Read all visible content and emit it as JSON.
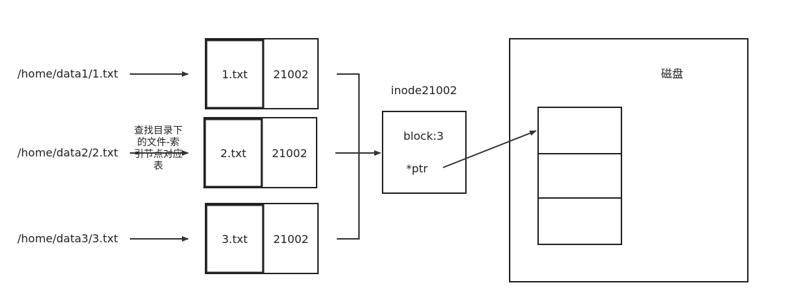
{
  "paths": {
    "p1": "/home/data1/1.txt",
    "p2": "/home/data2/2.txt",
    "p3": "/home/data3/3.txt"
  },
  "lookup_note": {
    "line1": "查找目录下",
    "line2": "的文件-索",
    "line3": "引节点对应",
    "line4": "表"
  },
  "dir_entries": [
    {
      "name": "1.txt",
      "inode": "21002"
    },
    {
      "name": "2.txt",
      "inode": "21002"
    },
    {
      "name": "3.txt",
      "inode": "21002"
    }
  ],
  "inode": {
    "title": "inode21002",
    "block": "block:3",
    "ptr": "*ptr"
  },
  "disk": {
    "label": "磁盘"
  },
  "colors": {
    "stroke": "#333333",
    "text": "#1f1f1f"
  }
}
